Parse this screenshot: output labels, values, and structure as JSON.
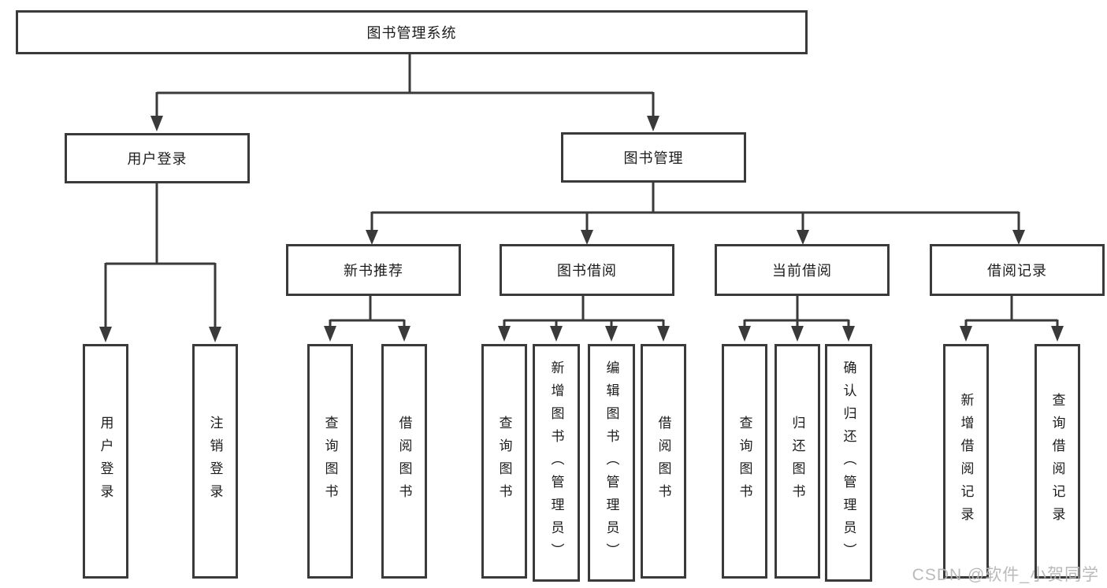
{
  "diagram_title": "图书管理系统",
  "hierarchy": {
    "label": "图书管理系统",
    "children": [
      {
        "label": "用户登录",
        "children": [
          {
            "label": "用户登录"
          },
          {
            "label": "注销登录"
          }
        ]
      },
      {
        "label": "图书管理",
        "children": [
          {
            "label": "新书推荐",
            "children": [
              {
                "label": "查询图书"
              },
              {
                "label": "借阅图书"
              }
            ]
          },
          {
            "label": "图书借阅",
            "children": [
              {
                "label": "查询图书"
              },
              {
                "label": "新增图书（管理员）"
              },
              {
                "label": "编辑图书（管理员）"
              },
              {
                "label": "借阅图书"
              }
            ]
          },
          {
            "label": "当前借阅",
            "children": [
              {
                "label": "查询图书"
              },
              {
                "label": "归还图书"
              },
              {
                "label": "确认归还（管理员）"
              }
            ]
          },
          {
            "label": "借阅记录",
            "children": [
              {
                "label": "新增借阅记录"
              },
              {
                "label": "查询借阅记录"
              }
            ]
          }
        ]
      }
    ]
  },
  "watermark": {
    "text": "CSDN @软件_小贺同学"
  },
  "colors": {
    "line": "#3a3a3a",
    "box_border": "#3a3a3a",
    "text": "#1c1c1c",
    "watermark": "#b6b6b6",
    "background": "#ffffff"
  }
}
